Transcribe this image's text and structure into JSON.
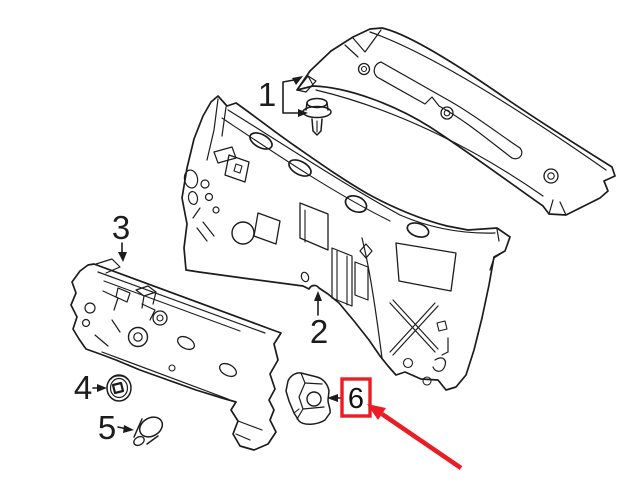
{
  "diagram": {
    "background_color": "#ffffff",
    "line_color": "#1c1c1c",
    "highlight_color": "#ec1c24",
    "callouts": [
      {
        "label": "1",
        "target": "cowl-grille-push-pin-clip",
        "highlighted": false
      },
      {
        "label": "2",
        "target": "dash-panel",
        "highlighted": false
      },
      {
        "label": "3",
        "target": "dash-panel-insulator",
        "highlighted": false
      },
      {
        "label": "4",
        "target": "grommet-plug",
        "highlighted": false
      },
      {
        "label": "5",
        "target": "cone-plug",
        "highlighted": false
      },
      {
        "label": "6",
        "target": "side-bracket",
        "highlighted": true
      }
    ],
    "icons": [
      "cowl-grille-panel-drawing",
      "push-pin-clip-drawing",
      "dash-panel-drawing",
      "insulator-panel-drawing",
      "grommet-drawing",
      "plug-drawing",
      "bracket-drawing",
      "red-highlight-arrow"
    ]
  }
}
